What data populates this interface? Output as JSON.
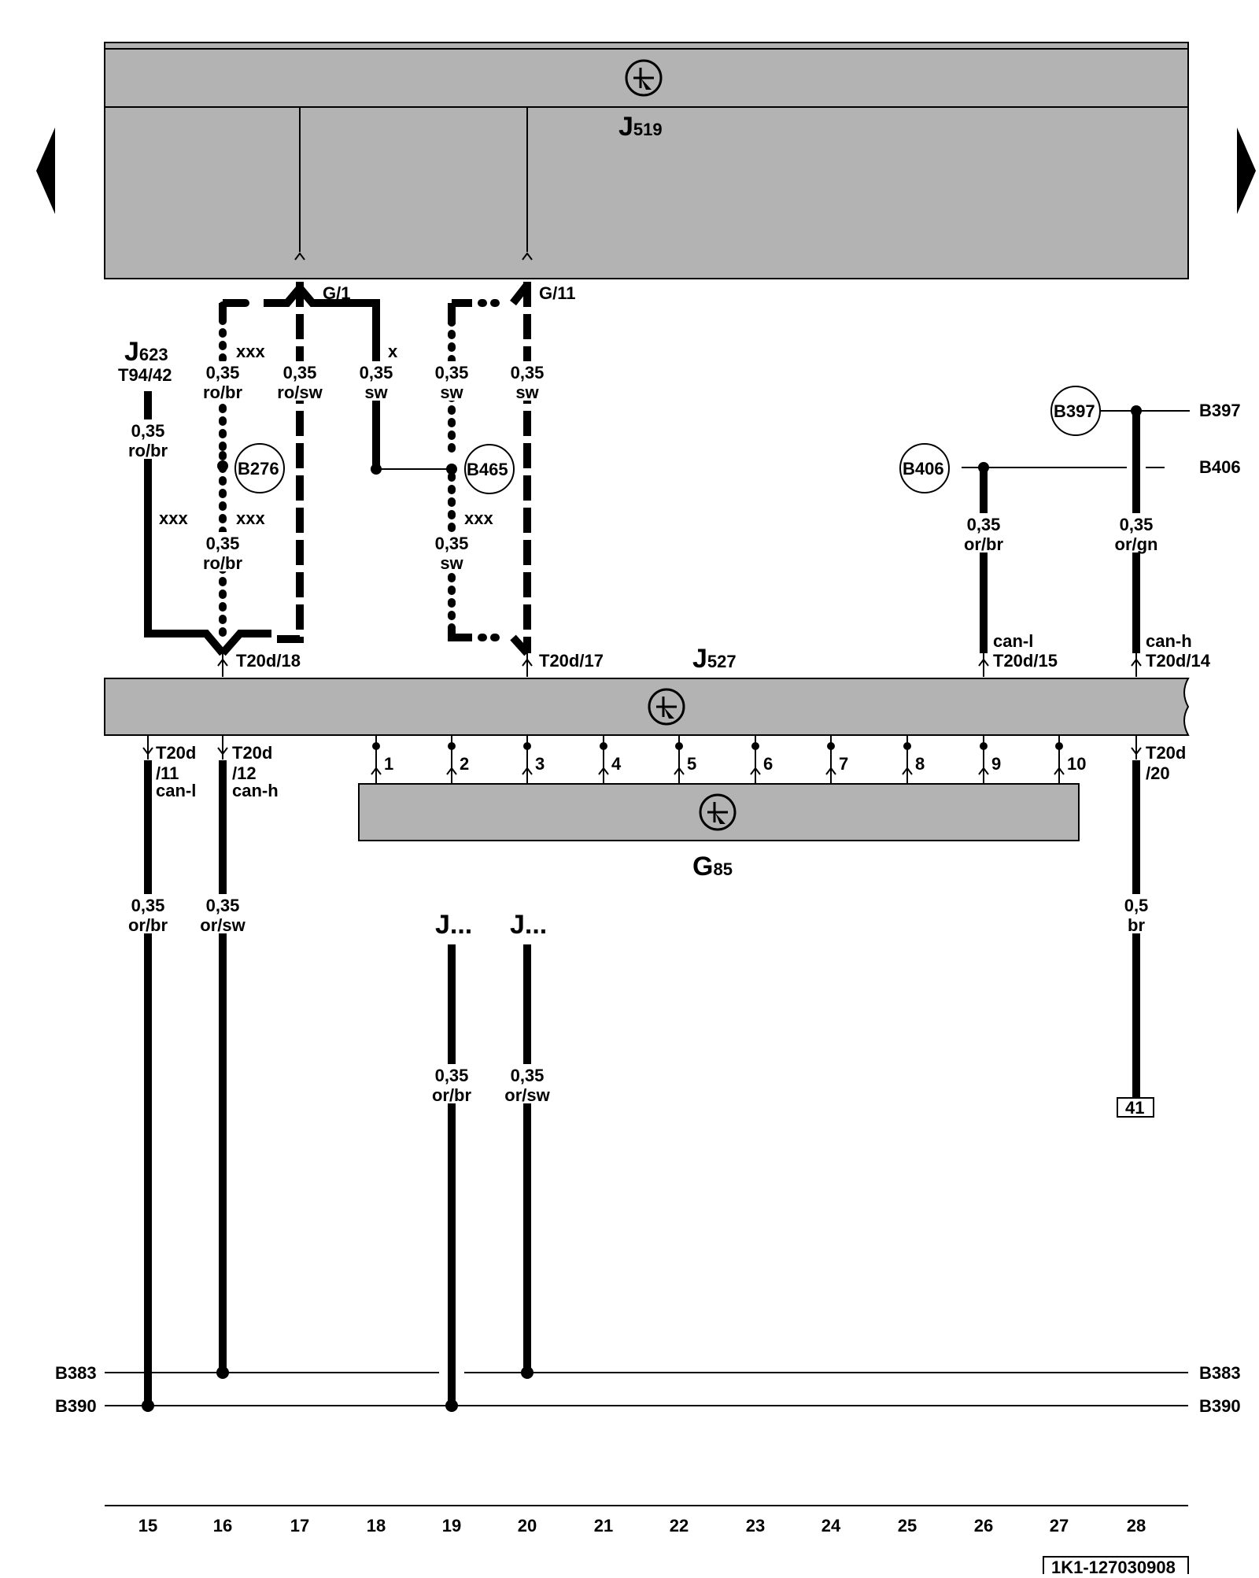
{
  "navigation": {
    "prev_icon": "triangle-left-icon",
    "next_icon": "triangle-right-icon"
  },
  "modules": {
    "j519": {
      "letter": "J",
      "number": "519",
      "icon": "electronic-component-icon"
    },
    "j527": {
      "letter": "J",
      "number": "527",
      "icon": "electronic-component-icon"
    },
    "g85": {
      "letter": "G",
      "number": "85",
      "icon": "electronic-component-icon"
    },
    "j623": {
      "letter": "J",
      "number": "623",
      "pin": "T94/42"
    }
  },
  "pins": {
    "g1": "G/1",
    "g11": "G/11",
    "t20d18": "T20d/18",
    "t20d17": "T20d/17",
    "t20d15": "T20d/15",
    "t20d14": "T20d/14",
    "t20d11_a": "T20d",
    "t20d11_b": "/11",
    "t20d12_a": "T20d",
    "t20d12_b": "/12",
    "t20d20_a": "T20d",
    "t20d20_b": "/20",
    "can_l": "can-l",
    "can_h": "can-h"
  },
  "wires": {
    "w_j623": {
      "gauge": "0,35",
      "color": "ro/br",
      "flag": "xxx"
    },
    "w_16_upper": {
      "gauge": "0,35",
      "color": "ro/br",
      "flag": "xxx"
    },
    "w_16_lower": {
      "gauge": "0,35",
      "color": "ro/br",
      "flag": "xxx"
    },
    "w_17": {
      "gauge": "0,35",
      "color": "ro/sw"
    },
    "w_18": {
      "gauge": "0,35",
      "color": "sw",
      "flag": "x"
    },
    "w_19_upper": {
      "gauge": "0,35",
      "color": "sw"
    },
    "w_19_lower": {
      "gauge": "0,35",
      "color": "sw",
      "flag": "xxx"
    },
    "w_20_upper": {
      "gauge": "0,35",
      "color": "sw"
    },
    "w_26": {
      "gauge": "0,35",
      "color": "or/br"
    },
    "w_28_upper": {
      "gauge": "0,35",
      "color": "or/gn"
    },
    "w_15": {
      "gauge": "0,35",
      "color": "or/br"
    },
    "w_16_bottom": {
      "gauge": "0,35",
      "color": "or/sw"
    },
    "w_19_bottom": {
      "gauge": "0,35",
      "color": "or/br"
    },
    "w_20_bottom": {
      "gauge": "0,35",
      "color": "or/sw"
    },
    "w_28_lower": {
      "gauge": "0,5",
      "color": "br"
    }
  },
  "connectors": {
    "b276": "B276",
    "b465": "B465",
    "b406": "B406",
    "b397": "B397"
  },
  "bus_lines": {
    "b397": "B397",
    "b406": "B406",
    "b383": "B383",
    "b390": "B390"
  },
  "ellipsis_labels": {
    "col19": "J...",
    "col20": "J..."
  },
  "g85_pins": [
    "1",
    "2",
    "3",
    "4",
    "5",
    "6",
    "7",
    "8",
    "9",
    "10"
  ],
  "reference_box": "41",
  "column_numbers": [
    "15",
    "16",
    "17",
    "18",
    "19",
    "20",
    "21",
    "22",
    "23",
    "24",
    "25",
    "26",
    "27",
    "28"
  ],
  "drawing_id": "1K1-127030908"
}
